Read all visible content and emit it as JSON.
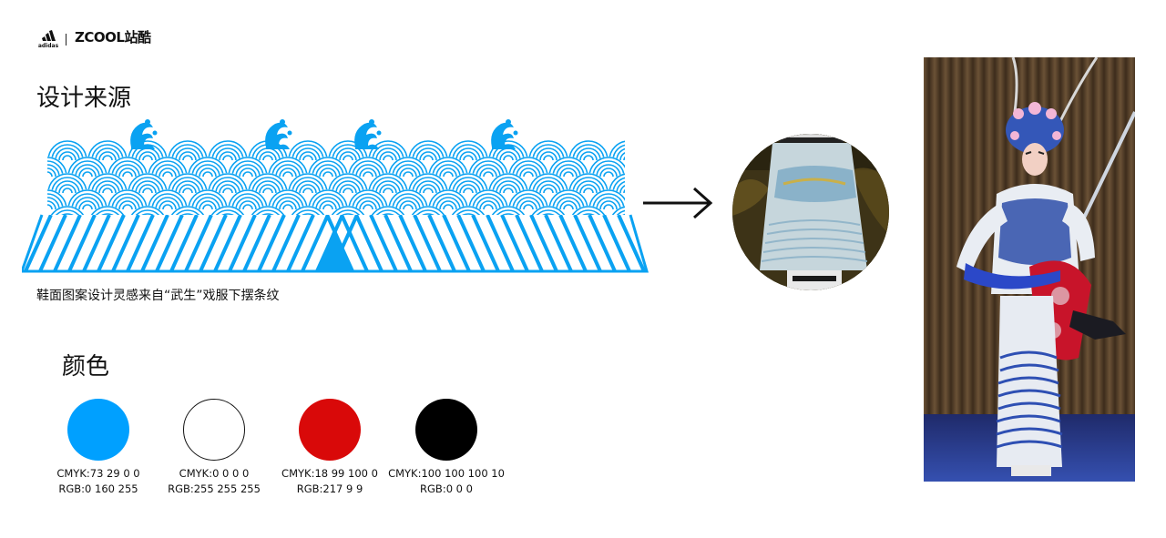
{
  "header": {
    "brand_logo_text": "adidas",
    "site_logo_text": "ZCOOL站酷"
  },
  "design": {
    "title": "设计来源",
    "caption": "鞋面图案设计灵感来自“武生”戏服下摆条纹",
    "pattern_color": "#0aa2f2"
  },
  "colors": {
    "title": "颜色",
    "swatches": [
      {
        "hex": "#00a0ff",
        "cmyk": "CMYK:73  29  0  0",
        "rgb": "RGB:0  160  255"
      },
      {
        "hex": "#ffffff",
        "cmyk": "CMYK:0  0  0  0",
        "rgb": "RGB:255  255  255"
      },
      {
        "hex": "#d90909",
        "cmyk": "CMYK:18  99  100  0",
        "rgb": "RGB:217  9  9"
      },
      {
        "hex": "#000000",
        "cmyk": "CMYK:100  100  100  10",
        "rgb": "RGB:0  0  0"
      }
    ]
  }
}
